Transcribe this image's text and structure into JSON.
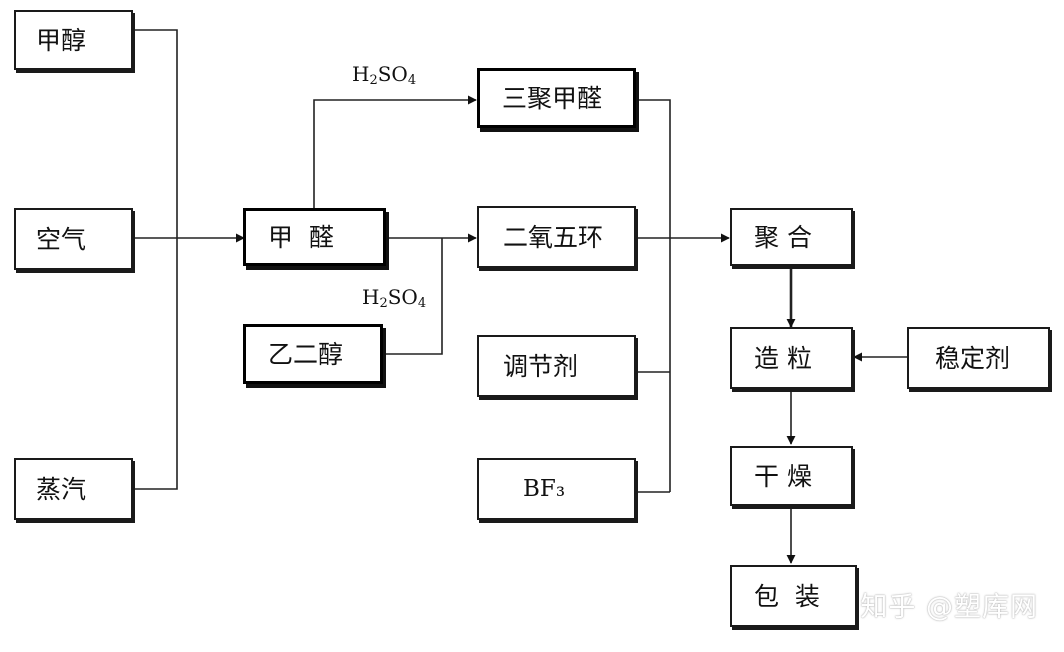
{
  "nodes": {
    "methanol": "甲醇",
    "air": "空气",
    "steam": "蒸汽",
    "formaldehyde": "甲  醛",
    "ethylene_glycol": "乙二醇",
    "trioxane": "三聚甲醛",
    "dioxolane": "二氧五环",
    "regulator": "调节剂",
    "bf3": "BF₃",
    "polymerization": "聚 合",
    "granulation": "造 粒",
    "stabilizer": "稳定剂",
    "drying": "干 燥",
    "packaging": "包  装"
  },
  "catalyst_labels": {
    "top": {
      "main": "H",
      "sub1": "2",
      "mid": "SO",
      "sub2": "4"
    },
    "bottom": {
      "main": "H",
      "sub1": "2",
      "mid": "SO",
      "sub2": "4"
    }
  },
  "watermark": "知乎 @塑库网"
}
